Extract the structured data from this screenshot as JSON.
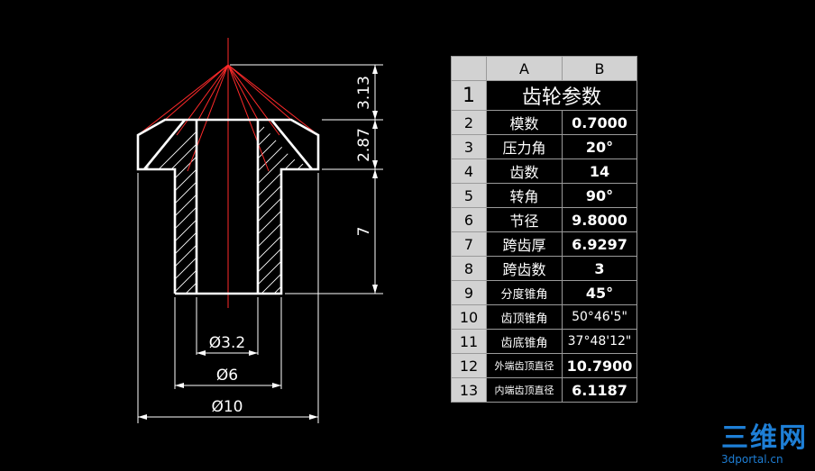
{
  "dimensions": {
    "d_bore": "Ø3.2",
    "d_hub": "Ø6",
    "d_outer": "Ø10",
    "h_top": "3.13",
    "h_cone": "2.87",
    "h_hub": "7"
  },
  "table": {
    "col_headers": [
      "A",
      "B"
    ],
    "title": "齿轮参数",
    "rows": [
      {
        "num": "1",
        "name": "",
        "value": ""
      },
      {
        "num": "2",
        "name": "模数",
        "value": "0.7000"
      },
      {
        "num": "3",
        "name": "压力角",
        "value": "20°"
      },
      {
        "num": "4",
        "name": "齿数",
        "value": "14"
      },
      {
        "num": "5",
        "name": "转角",
        "value": "90°"
      },
      {
        "num": "6",
        "name": "节径",
        "value": "9.8000"
      },
      {
        "num": "7",
        "name": "跨齿厚",
        "value": "6.9297"
      },
      {
        "num": "8",
        "name": "跨齿数",
        "value": "3"
      },
      {
        "num": "9",
        "name": "分度锥角",
        "value": "45°"
      },
      {
        "num": "10",
        "name": "齿顶锥角",
        "value": "50°46'5\""
      },
      {
        "num": "11",
        "name": "齿底锥角",
        "value": "37°48'12\""
      },
      {
        "num": "12",
        "name": "外端齿顶直径",
        "value": "10.7900"
      },
      {
        "num": "13",
        "name": "内端齿顶直径",
        "value": "6.1187"
      }
    ]
  },
  "watermark": {
    "big": "三维网",
    "small": "3dportal.cn"
  },
  "colors": {
    "background": "#000000",
    "outline": "#ffffff",
    "centerline": "#ff2a2a",
    "watermark": "#1e7fd6"
  }
}
